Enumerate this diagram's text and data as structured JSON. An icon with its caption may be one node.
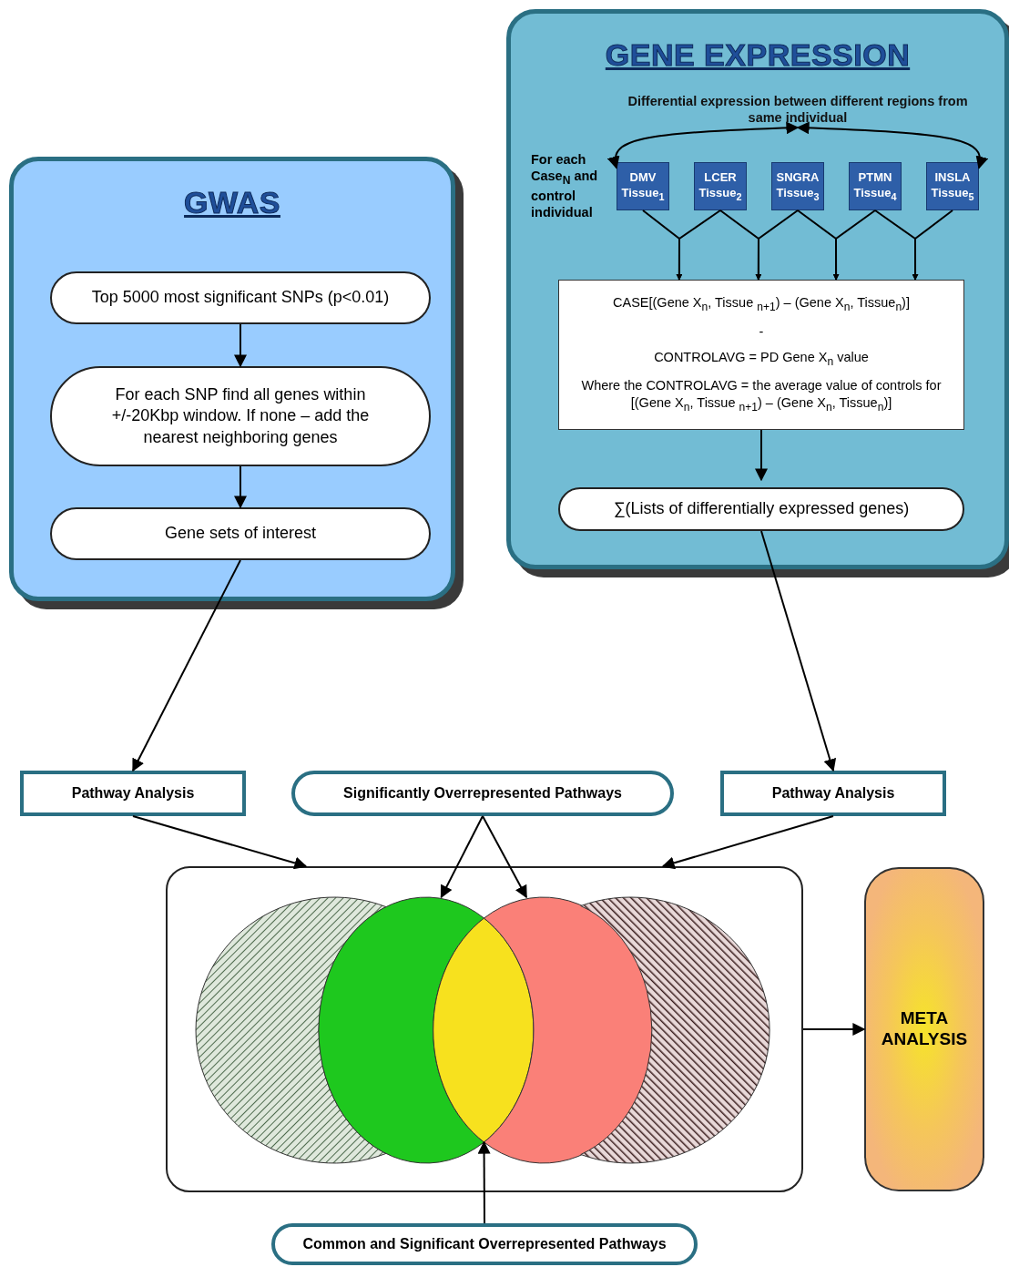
{
  "diagram": {
    "nodes": [
      {
        "text": [
          "GWAS"
        ]
      },
      {
        "text": [
          "Top 5000 most significant SNPs (p<0.01)"
        ],
        "in": 0
      },
      {
        "text": [
          "For each SNP find all genes within +/-20Kbp window. If none – add the nearest neighboring genes"
        ],
        "in": 0
      },
      {
        "text": [
          "Gene sets of interest"
        ],
        "in": 0
      },
      {
        "text": [
          "GENE EXPRESSION"
        ]
      },
      {
        "text": [
          "Differential expression between different regions from same individual"
        ],
        "in": 4
      },
      {
        "text": [
          "DMV Tissue$_{1}$"
        ],
        "in": 4
      },
      {
        "text": [
          "LCER Tissue$_{2}$"
        ],
        "in": 4
      },
      {
        "text": [
          "SNGRA Tissue$_{3}$"
        ],
        "in": 4
      },
      {
        "text": [
          "PTMN Tissue$_{4}$"
        ],
        "in": 4
      },
      {
        "text": [
          "INSLA Tissue$_{5}$"
        ],
        "in": 4
      },
      {
        "text": [
          "CASE[(Gene X$_{n}$, Tissue $_{n+1}$) – (Gene X$_{n}$, Tissue$_{n}$)]",
          "-",
          "CONTROLAVG = PD Gene X$_{n}$ value",
          "Where the CONTROLAVG = the average value of controls for [(Gene X$_{n}$, Tissue $_{n+1}$) – (Gene X$_{n}$, Tissue$_{n}$)]"
        ],
        "in": 4
      },
      {
        "text": [
          "∑(Lists of differentially expressed genes)"
        ],
        "in": 4
      },
      {
        "text": [
          "Pathway Analysis"
        ]
      },
      {
        "text": [
          "Significantly Overrepresented Pathways"
        ]
      },
      {
        "text": [
          "Pathway Analysis"
        ]
      },
      {
        "text": [],
        "shape": "box"
      },
      {
        "text": [],
        "shape": "ellipse",
        "in": 16
      },
      {
        "text": [],
        "shape": "ellipse",
        "in": 16
      },
      {
        "text": [],
        "shape": "ellipse",
        "in": 16
      },
      {
        "text": [],
        "shape": "ellipse",
        "in": 16
      },
      {
        "text": [],
        "shape": "ellipse",
        "in": 16
      },
      {
        "text": [
          "META ANALYSIS"
        ]
      },
      {
        "text": [
          "Common and Significant Overrepresented Pathways"
        ]
      }
    ],
    "edges": [
      {
        "from": 1,
        "to": 2,
        "arrow": "to"
      },
      {
        "from": 2,
        "to": 3,
        "arrow": "to"
      },
      {
        "from": 5,
        "to": 6,
        "arrow": "both"
      },
      {
        "from": 5,
        "to": 10,
        "arrow": "both"
      },
      {
        "from": 6,
        "to": 11,
        "arrow": "to"
      },
      {
        "from": 7,
        "to": 11,
        "arrow": "to"
      },
      {
        "from": 7,
        "to": 11,
        "arrow": "to"
      },
      {
        "from": 8,
        "to": 11,
        "arrow": "to"
      },
      {
        "from": 8,
        "to": 11,
        "arrow": "to"
      },
      {
        "from": 9,
        "to": 11,
        "arrow": "to"
      },
      {
        "from": 9,
        "to": 11,
        "arrow": "to"
      },
      {
        "from": 10,
        "to": 11,
        "arrow": "to"
      },
      {
        "from": 11,
        "to": 12,
        "arrow": "to"
      },
      {
        "from": 3,
        "to": 13,
        "arrow": "to"
      },
      {
        "from": 12,
        "to": 15,
        "arrow": "to"
      },
      {
        "from": 13,
        "to": 16,
        "arrow": "to"
      },
      {
        "from": 14,
        "to": 18,
        "arrow": "to"
      },
      {
        "from": 14,
        "to": 20,
        "arrow": "to"
      },
      {
        "from": 15,
        "to": 16,
        "arrow": "to"
      },
      {
        "from": 16,
        "to": 22,
        "arrow": "to"
      },
      {
        "from": 23,
        "to": 19,
        "arrow": "to"
      }
    ],
    "labels": [
      "For each Case$_{N}$ and control individual"
    ]
  }
}
